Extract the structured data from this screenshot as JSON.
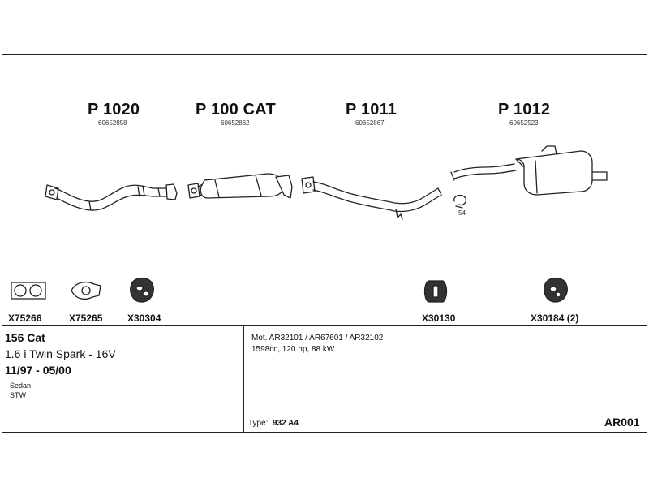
{
  "parts": [
    {
      "code": "P 1020",
      "number": "60652858"
    },
    {
      "code": "P 100 CAT",
      "number": "60652862"
    },
    {
      "code": "P 1011",
      "number": "60652867"
    },
    {
      "code": "P 1012",
      "number": "60652523"
    }
  ],
  "clamp_size": "54",
  "accessories": [
    "X75266",
    "X75265",
    "X30304",
    "X30130",
    "X30184 (2)"
  ],
  "vehicle": {
    "model": "156 Cat",
    "engine": "1.6 i Twin Spark - 16V",
    "years": "11/97 - 05/00",
    "body1": "Sedan",
    "body2": "STW"
  },
  "motor": {
    "codes": "Mot. AR32101 / AR67601 / AR32102",
    "specs": "1598cc, 120 hp, 88 kW",
    "type_label": "Type:",
    "type_value": "932 A4"
  },
  "diagram_code": "AR001"
}
